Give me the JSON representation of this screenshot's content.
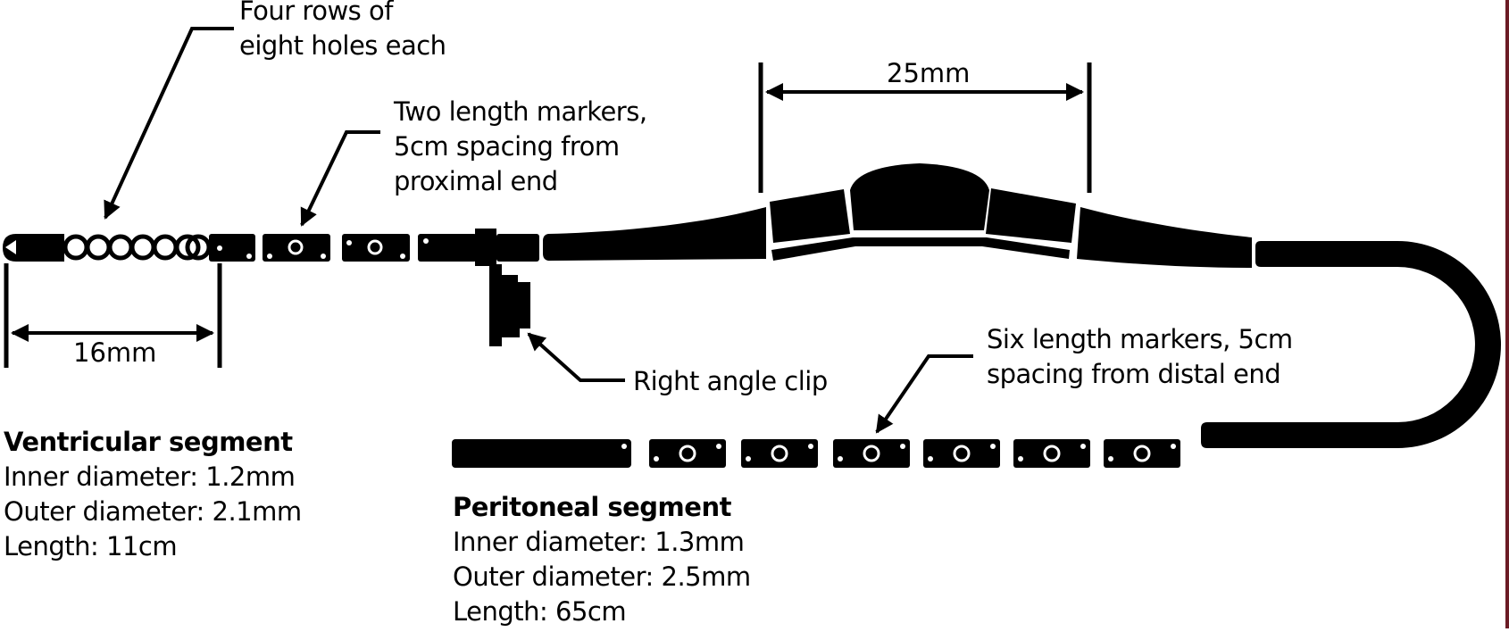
{
  "annotations": {
    "holes": [
      "Four rows of",
      "eight holes each"
    ],
    "proximal_markers": [
      "Two length markers,",
      "5cm spacing from",
      "proximal end"
    ],
    "clip": "Right angle clip",
    "distal_markers": [
      "Six length markers, 5cm",
      "spacing from distal end"
    ]
  },
  "dimensions": {
    "tip": "16mm",
    "reservoir": "25mm"
  },
  "ventricular": {
    "title": "Ventricular segment",
    "inner": "Inner diameter: 1.2mm",
    "outer": "Outer diameter: 2.1mm",
    "length": "Length: 11cm"
  },
  "peritoneal": {
    "title": "Peritoneal segment",
    "inner": "Inner diameter: 1.3mm",
    "outer": "Outer diameter: 2.5mm",
    "length": "Length: 65cm"
  },
  "colors": {
    "ink": "#000000",
    "page_edge": "#6b1b25"
  }
}
